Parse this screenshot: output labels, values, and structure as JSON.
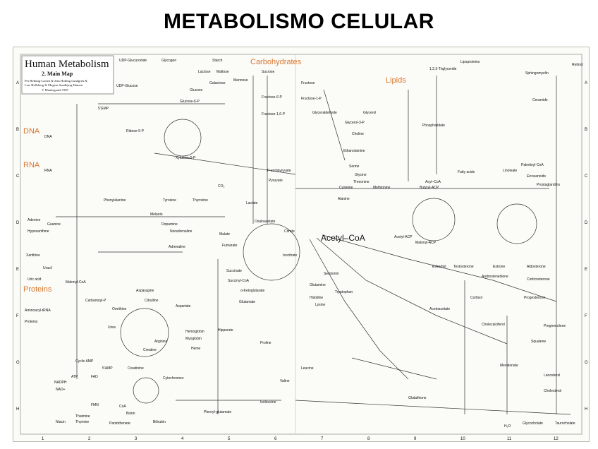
{
  "slide_title": "METABOLISMO CELULAR",
  "map": {
    "title": "Human Metabolism",
    "subtitle": "2. Main Map",
    "credits": [
      "Per Hellung-Larsen & Jens Holling Lundgren &",
      "Lars Hellsberg & Mogens Sandbjerg Hansen",
      "© Munksgaard 1987"
    ],
    "sections": {
      "carbohydrates": "Carbohydrates",
      "lipids": "Lipids",
      "dna": "DNA",
      "rna": "RNA",
      "proteins": "Proteins"
    },
    "hub": "Acetyl–CoA",
    "row_labels": [
      "A",
      "B",
      "C",
      "D",
      "E",
      "F",
      "G",
      "H"
    ],
    "col_labels": [
      "1",
      "2",
      "3",
      "4",
      "5",
      "6",
      "7",
      "8",
      "9",
      "10",
      "11",
      "12"
    ],
    "metabolites": {
      "glycogen": "Glycogen",
      "starch": "Starch",
      "lactose": "Lactose",
      "maltose": "Maltose",
      "sucrose": "Sucrose",
      "fructose": "Fructose",
      "udp_glucuronide": "UDP-Glucuronide",
      "glucose": "Glucose",
      "glucose_6p": "Glucose-6-P",
      "fructose_6p": "Fructose-6-P",
      "fructose_16p": "Fructose-1,6-P",
      "fructose_1p": "Fructose-1-P",
      "glyceraldehyde": "Glyceraldehyde",
      "glycerol": "Glycerol",
      "ribose_5p": "Ribose-5-P",
      "xylulose_5p": "Xylulose-5-P",
      "pep": "P-enolpyruvate",
      "pyruvate": "Pyruvate",
      "lactate": "Lactate",
      "oxaloacetate": "Oxaloacetate",
      "citrate": "Citrate",
      "malate": "Malate",
      "fumarate": "Fumarate",
      "succinate": "Succinate",
      "succinyl_coa": "Succinyl-CoA",
      "a_ketoglutarate": "α-Ketoglutarate",
      "isocitrate": "Isocitrate",
      "glutamate": "Glutamate",
      "glutamine": "Glutamine",
      "alanine": "Alanine",
      "serine": "Serine",
      "glycine": "Glycine",
      "cysteine": "Cysteine",
      "methionine": "Methionine",
      "threonine": "Threonine",
      "phenylalanine": "Phenylalanine",
      "tyrosine": "Tyrosine",
      "tryptophan": "Tryptophan",
      "histidine": "Histidine",
      "arginine": "Arginine",
      "ornithine": "Ornithine",
      "citrulline": "Citrulline",
      "urea": "Urea",
      "aspartate": "Aspartate",
      "asparagine": "Asparagine",
      "lysine": "Lysine",
      "valine": "Valine",
      "leucine": "Leucine",
      "isoleucine": "Isoleucine",
      "proline": "Proline",
      "malonyl_coa": "Malonyl-CoA",
      "acyl_coa": "Acyl–CoA",
      "fatty_acids": "Fatty acids",
      "phosphatidate": "Phosphatidate",
      "triglyceride": "1,2,3-Triglyceride",
      "lipoproteins": "Lipoproteins",
      "sphingomyelin": "Sphingomyelin",
      "ceramide": "Ceramide",
      "choline": "Choline",
      "ethanolamine": "Ethanolamine",
      "cholesterol": "Cholesterol",
      "lanosterol": "Lanosterol",
      "squalene": "Squalene",
      "mevalonate": "Mevalonate",
      "acetoacetate": "Acetoacetate",
      "testosterone": "Testosterone",
      "estradiol": "Estradiol",
      "estrone": "Estrone",
      "androstenedione": "Androstenedione",
      "cortisol": "Cortisol",
      "progesterone": "Progesterone",
      "aldosterone": "Aldosterone",
      "corticosterone": "Corticosterone",
      "pregnenolone": "Pregnenolone",
      "glycocholate": "Glycocholate",
      "taurocholate": "Taurocholate",
      "glutathione": "Glutathione",
      "creatine": "Creatine",
      "creatinine": "Creatinine",
      "heme": "Heme",
      "bilirubin": "Bilirubin",
      "adenine": "Adenine",
      "guanine": "Guanine",
      "uracil": "Uracil",
      "thymine": "Thymine",
      "hypoxanthine": "Hypoxanthine",
      "xanthine": "Xanthine",
      "uric_acid": "Uric acid",
      "carbamoyl_p": "Carbamoyl-P",
      "aminoacyl_trna": "Aminoacyl-tRNA",
      "proteins_label": "Proteins",
      "nadph": "NADPH",
      "fad": "FAD",
      "coa": "CoA",
      "atp": "ATP",
      "nad": "NAD+",
      "h2o": "H₂O",
      "co2": "CO₂",
      "fmn": "FMN",
      "thiamine": "Thiamine",
      "niacin": "Niacin",
      "pantothenate": "Pantothenate",
      "biotin": "Biotin",
      "pteroylglutamate": "Pteroyl-glutamate",
      "melanin": "Melanin",
      "dopamine": "Dopamine",
      "noradrenaline": "Noradrenaline",
      "adrenaline": "Adrenaline",
      "serotonin": "Serotonin",
      "thyroxine": "Thyroxine",
      "hippurate": "Hippurate",
      "cytochromes": "Cytochromes",
      "hemoglobin": "Hemoglobin",
      "myoglobin": "Myoglobin",
      "cholecalciferol": "Cholecalciferol",
      "glycerol_3p": "Glycerol-3-P",
      "acetyl_acp": "Acetyl-ACP",
      "malonyl_acp": "Malonyl-ACP",
      "butyryl_acp": "Butyryl-ACP",
      "palmitoyl_coa": "Palmitoyl-CoA",
      "linoleate": "Linoleate",
      "eicosanoids": "Eicosanoids",
      "prostaglandins": "Prostaglandins",
      "retinol": "Retinol",
      "camp": "Cyclic AMP",
      "amp": "5'AMP",
      "gmp": "5'GMP",
      "udp_glucose": "UDP-Glucose",
      "galactose": "Galactose",
      "mannose": "Mannose",
      "dna_label": "DNA",
      "rna_label": "RNA"
    }
  }
}
